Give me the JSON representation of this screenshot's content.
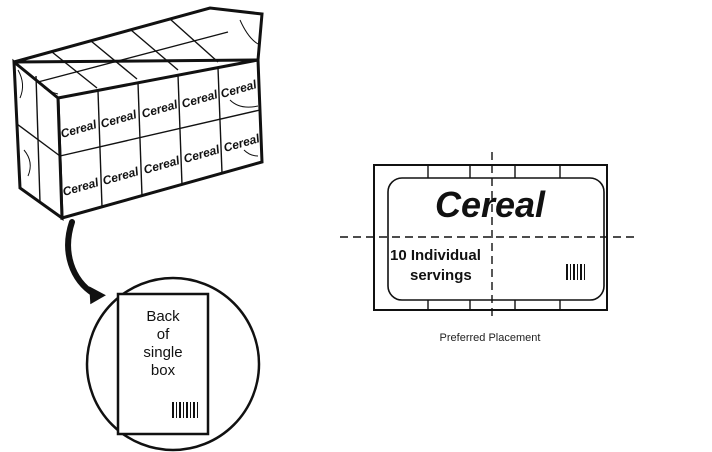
{
  "pack": {
    "brand_label": "Cereal",
    "front_rows": 2,
    "front_cols": 5
  },
  "single_box_callout": {
    "lines": [
      "Back",
      "of",
      "single",
      "box"
    ]
  },
  "label_panel": {
    "brand": "Cereal",
    "servings_line1": "10 Individual",
    "servings_line2": "servings",
    "caption": "Preferred Placement"
  },
  "icons": {
    "barcode": "barcode-icon",
    "arrow": "curved-arrow-icon"
  },
  "colors": {
    "line": "#111111",
    "background": "#ffffff"
  }
}
